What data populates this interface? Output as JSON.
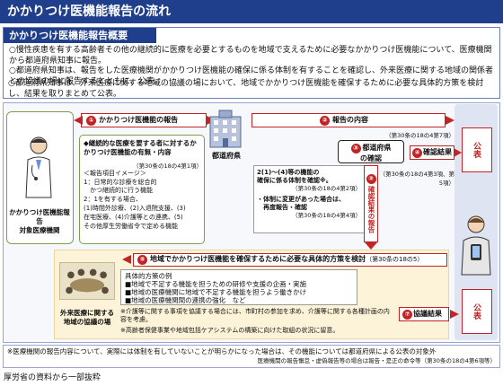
{
  "title": "かかりつけ医機能報告の流れ",
  "overview": {
    "heading": "かかりつけ医機能報告概要",
    "lines": [
      "○慢性疾患を有する高齢者その他の継続的に医療を必要とするものを地域で支えるために必要なかかりつけ医機能について、医療機関から都道府県知事に報告。",
      "○都道府県知事は、報告をした医療機関がかかりつけ医機能の確保に係る体制を有することを確認し、外来医療に関する地域の関係者との協議の場に報告するとともに、公表。",
      "○都道府県知事は、外来医療に関する地域の協議の場において、地域でかかりつけ医機能を確保するために必要な具体的方策を検討し、結果を取りまとめて公表。"
    ]
  },
  "clinic": {
    "label_line1": "かかりつけ医機能報告",
    "label_line2": "対象医療機関"
  },
  "steps": {
    "s1": {
      "num": "①",
      "label": "かかりつけ医機能の報告"
    },
    "s2": {
      "num": "②",
      "label": "報告の内容",
      "law": "（第30条の18の4第7項）"
    },
    "s3": {
      "num": "③",
      "label_line1": "都道府県",
      "label_line2": "の確認"
    },
    "s3v": {
      "num": "③",
      "label": "確認結果の報告"
    },
    "s4": {
      "num": "④",
      "label": "確認結果",
      "law": "（第30条の18の4第3項、第5項）"
    },
    "s5": {
      "num": "⑤",
      "label": "地域でかかりつけ医機能を確保するために必要な具体的方策を検討",
      "law": "（第30条の18の5）"
    },
    "s7": {
      "num": "⑦",
      "label": "協議結果"
    }
  },
  "report_detail": {
    "bullet": "◆継続的な医療を要する者に対するかかりつけ医機能の有無・内容",
    "law": "（第30条の18の4第1項）",
    "items": [
      "＜報告項目イメージ＞",
      "1：日常的な診療を総合的",
      "　かつ継続的に行う機能",
      "2：1を有する場合、",
      "(1)時間外診療、(2)入退院支援、(3)",
      "在宅医療、(4)介護等との連携、(5)",
      "その他厚生労働省令で定める機能"
    ]
  },
  "prefecture": {
    "label": "都道府県"
  },
  "check": {
    "line1": "2(1)～(4)等の機能の",
    "line2": "確保に係る体制を確認※。",
    "law1": "（第30条の18の4第2項）",
    "line3": "・体制に変更があった場合は、",
    "line4": "　再度報告・確認",
    "law2": "（第30条の18の4第4項）"
  },
  "public": {
    "label": "公表"
  },
  "consult": {
    "label_line1": "外来医療に関する",
    "label_line2": "地域の協議の場",
    "measures_title": "具体的方策の例",
    "measures": [
      "■地域で不足する機能を担うための研修や支援の企画・実施",
      "■地域の医療機関に地域で不足する機能を担うよう働きかけ",
      "■地域の医療機関間の連携の強化　など"
    ],
    "notes": [
      "※介護等に関する事項を協議する場合には、市町村の参加を求め、介護等に関する各種計画の内容を考慮。",
      "※高齢者保健事業や地域包括ケアシステムの構築に向けた取組の状況に留意。"
    ]
  },
  "footnote": {
    "line1": "※医療機関の報告内容について、実際には体制を有していないことが明らかになった場合は、その機能については都道府県による公表の対象外",
    "line2": "医療機関の報告懈怠・虚偽報告等の場合は報告・是正の命令等（第30条の18の4第6項等）"
  },
  "source": "厚労省の資料から一部抜粋",
  "colors": {
    "navy": "#1f3e8c",
    "red": "#c12424",
    "green": "#7ba04a",
    "cream": "#fdf3d8"
  }
}
